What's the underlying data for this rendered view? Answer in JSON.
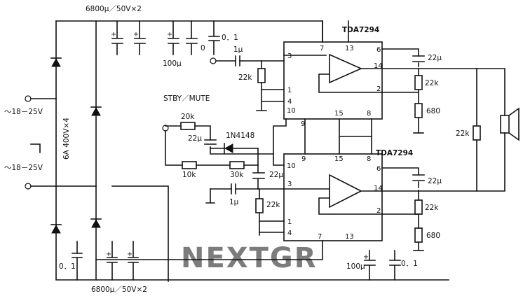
{
  "chips": {
    "upper": {
      "name": "TDA7294",
      "pins": {
        "p3": "3",
        "p7": "7",
        "p13": "13",
        "p6": "6",
        "p14": "14",
        "p2": "2",
        "p1": "1",
        "p4": "4",
        "p10": "10",
        "p9": "9",
        "p15": "15",
        "p8": "8"
      }
    },
    "lower": {
      "name": "TDA7294",
      "pins": {
        "p10": "10",
        "p9": "9",
        "p15": "15",
        "p8": "8",
        "p3": "3",
        "p6": "6",
        "p14": "14",
        "p2": "2",
        "p1": "1",
        "p4": "4",
        "p7": "7",
        "p13": "13"
      }
    }
  },
  "supply": {
    "top_caps": "6800μ／50V×2",
    "bottom_caps": "6800μ／50V×2",
    "rectifier": "6A 400V×4",
    "ac_input_1": "～18－25V",
    "ac_input_2": "～18－25V"
  },
  "components": {
    "c_top_100u": "100μ",
    "c_top_0": "0",
    "c_top_01": "0．1",
    "c_in_upper": "1μ",
    "r_in_upper": "22k",
    "c_out_upper": "22μ",
    "r_fb_upper": "22k",
    "r_680_upper": "680",
    "stby_mute": "STBY／MUTE",
    "r_20k": "20k",
    "c_22u_stby": "22μ",
    "d_1n4148": "1N4148",
    "r_10k": "10k",
    "r_30k": "30k",
    "c_22u_mute": "22μ",
    "c_in_lower": "1μ",
    "r_in_lower": "22k",
    "c_out_lower": "22μ",
    "r_fb_lower": "22k",
    "r_680_lower": "680",
    "r_bridge": "22k",
    "c_bot_01_left": "0．1",
    "c_bot_100u": "100μ",
    "c_bot_01_right": "0．1"
  },
  "watermark": "NEXTGR"
}
